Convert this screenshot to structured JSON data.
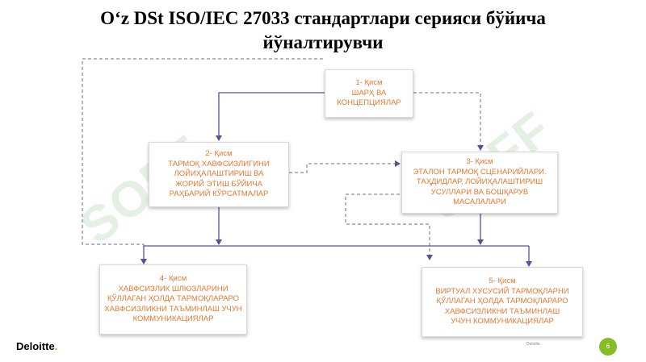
{
  "title": {
    "line1": "O‘z DSt ISO/IEC 27033 стандартлари серияси бўйича",
    "line2": "йўналтирувчи"
  },
  "watermark": "SOFF",
  "boxes": [
    {
      "part": "1- Қисм",
      "lines": [
        "ШАРҲ ВА",
        "КОНЦЕПЦИЯЛАР"
      ]
    },
    {
      "part": "2- Қисм",
      "lines": [
        "ТАРМОҚ ХАВФСИЗЛИГИНИ",
        "ЛОЙИҲАЛАШТИРИШ ВА",
        "ЖОРИЙ ЭТИШ БЎЙИЧА",
        "РАҲБАРИЙ КЎРСАТМАЛАР"
      ]
    },
    {
      "part": "3- Қисм",
      "lines": [
        "ЭТАЛОН ТАРМОҚ СЦЕНАРИЙЛАРИ.",
        "ТАҲДИДЛАР, ЛОЙИҲАЛАШТИРИШ",
        "УСУЛЛАРИ ВА БОШҚАРУВ",
        "МАСАЛАЛАРИ"
      ]
    },
    {
      "part": "4- Қисм",
      "lines": [
        "ХАВФСИЗЛИК ШЛЮЗЛАРИНИ",
        "ҚЎЛЛАГАН ҲОЛДА ТАРМОҚЛАРАРО",
        "ХАВФСИЗЛИКНИ ТАЪМИНЛАШ УЧУН",
        "КОММУНИКАЦИЯЛАР"
      ]
    },
    {
      "part": "5- Қисм",
      "lines": [
        "ВИРТУАЛ ХУСУСИЙ ТАРМОҚЛАРНИ",
        "ҚЎЛЛАГАН ҲОЛДА ТАРМОҚЛАРАРО",
        "ХАВФСИЗЛИКНИ ТАЪМИНЛАШ",
        "УЧУН КОММУНИКАЦИЯЛАР"
      ]
    }
  ],
  "footer": {
    "logo": "Deloitte",
    "logo_dot": ".",
    "small_text": "Deloitte",
    "page": "6"
  },
  "colors": {
    "box_text": "#e8772e",
    "arrow": "#5a4f9e",
    "dashed": "#6b6b8f",
    "watermark": "#e4f0e4",
    "accent": "#86bc25"
  }
}
